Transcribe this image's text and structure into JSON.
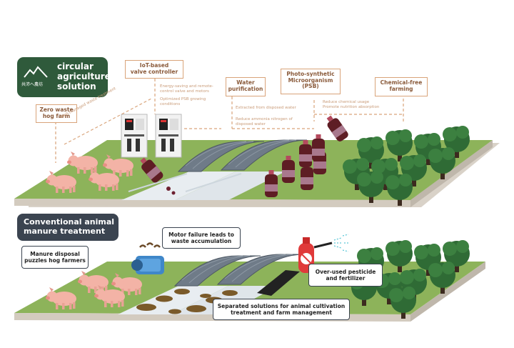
{
  "logo": {
    "brand_text": "共沛へ農坊",
    "title_line1": "circular",
    "title_line2": "agriculture",
    "title_line3": "solution"
  },
  "top": {
    "zero_waste_line1": "Zero waste",
    "zero_waste_line2": "hog farm",
    "iot_line1": "IoT-based",
    "iot_line2": "valve controller",
    "water_line1": "Water",
    "water_line2": "purification",
    "psb_line1": "Photo-synthetic",
    "psb_line2": "Microorganism",
    "psb_line3": "(PSB)",
    "chemfree_line1": "Chemical-free",
    "chemfree_line2": "farming",
    "note_iot_1": "Energy-saving and remote-",
    "note_iot_2": "control valve and motors",
    "note_iot_3": "Optimized PSB growing",
    "note_iot_4": "conditions",
    "note_waste": "Well-managed waste treatment",
    "note_water_1": "Extracted from disposed water",
    "note_water_2": "Reduce ammonia nitrogen of",
    "note_water_3": "disposed water",
    "note_psb_1": "Reduce chemical usage",
    "note_psb_2": "Promote nutrition absorption"
  },
  "bottom": {
    "title_line1": "Conventional animal",
    "title_line2": "manure treatment",
    "manure_line1": "Manure disposal",
    "manure_line2": "puzzles hog farmers",
    "motor_line1": "Motor failure leads to",
    "motor_line2": "waste accumulation",
    "pesticide_line1": "Over-used pesticide",
    "pesticide_line2": "and fertilizer",
    "separated_line1": "Separated solutions for animal cultivation",
    "separated_line2": "treatment and farm management"
  },
  "colors": {
    "label_border": "#d9a47a",
    "label_text": "#8a5a3a",
    "logo_bg": "#2f5a3b",
    "dark_label": "#3b4450",
    "ground": "#8db35a",
    "platform": "#d9d2c8"
  }
}
